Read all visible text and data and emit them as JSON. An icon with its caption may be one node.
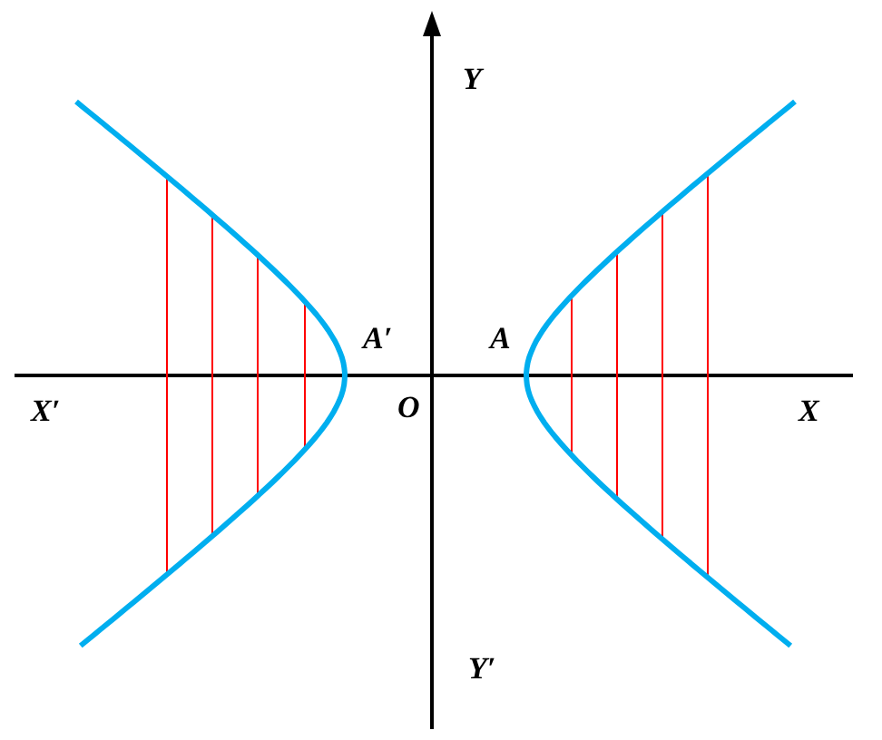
{
  "diagram": {
    "labels": [
      "Y",
      "A′",
      "A",
      "X′",
      "O",
      "X",
      "Y′"
    ]
  }
}
